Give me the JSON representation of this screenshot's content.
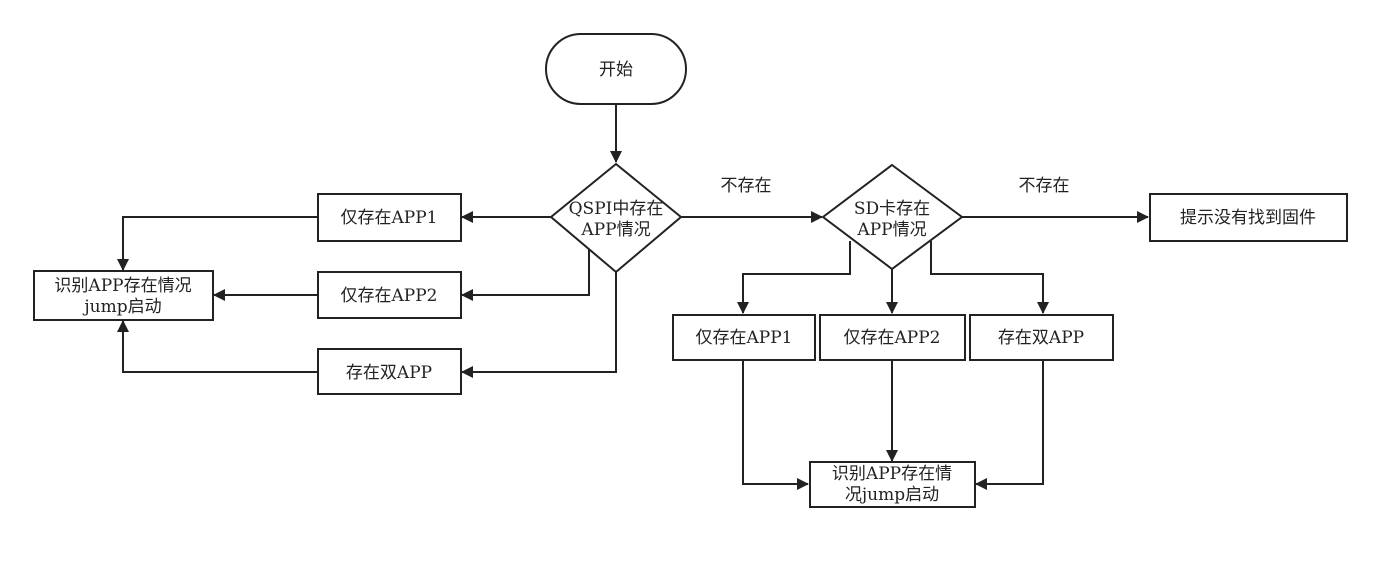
{
  "nodes": {
    "start": "开始",
    "qspi_decision": [
      "QSPI中存在",
      "APP情况"
    ],
    "sd_decision": [
      "SD卡存在",
      "APP情况"
    ],
    "left_app1": "仅存在APP1",
    "left_app2": "仅存在APP2",
    "left_dual": "存在双APP",
    "left_identify": [
      "识别APP存在情况",
      "jump启动"
    ],
    "not_found": "提示没有找到固件",
    "sd_app1": "仅存在APP1",
    "sd_app2": "仅存在APP2",
    "sd_dual": "存在双APP",
    "sd_identify": [
      "识别APP存在情",
      "况jump启动"
    ]
  },
  "edge_labels": {
    "qspi_to_sd": "不存在",
    "sd_to_notfound": "不存在"
  }
}
